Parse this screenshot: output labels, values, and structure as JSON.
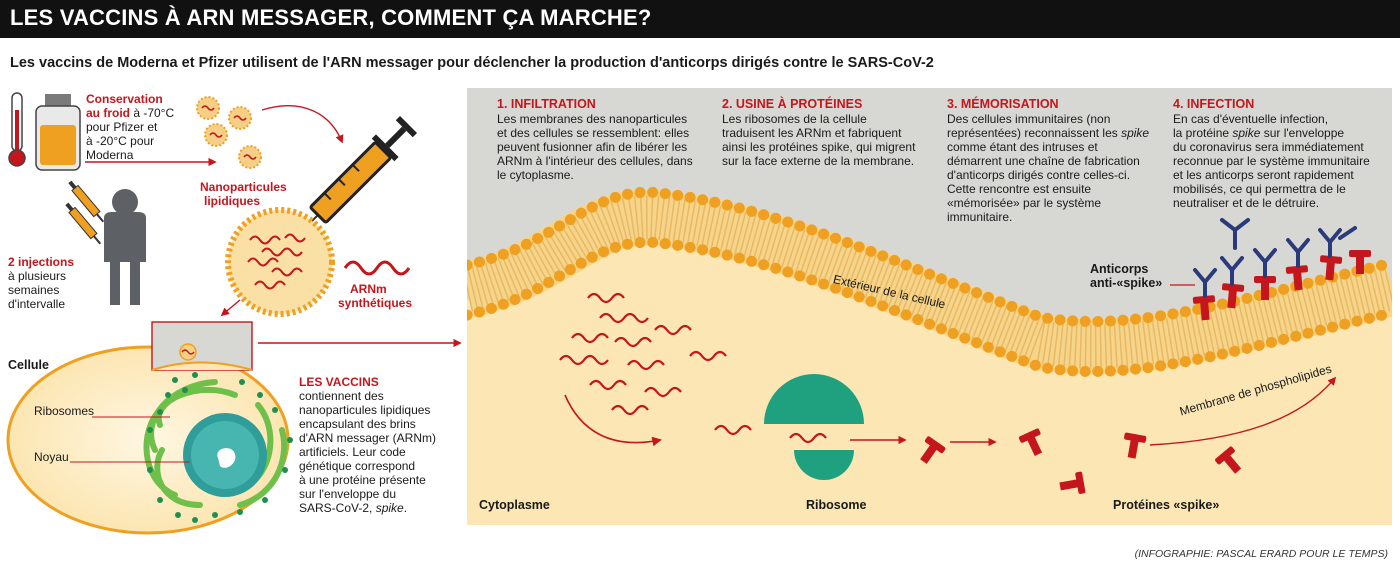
{
  "header": {
    "title": "LES VACCINS À ARN MESSAGER, COMMENT ÇA MARCHE?",
    "subtitle": "Les vaccins de Moderna et Pfizer utilisent de l'ARN messager pour déclencher la production d'anticorps dirigés contre le SARS-CoV-2"
  },
  "left": {
    "storage_title_1": "Conservation",
    "storage_title_2": "au froid",
    "storage_text_1": " à -70°C",
    "storage_text_2": "pour Pfizer et",
    "storage_text_3": "à -20°C pour",
    "storage_text_4": "Moderna",
    "nanoparticles_1": "Nanoparticules",
    "nanoparticles_2": "lipidiques",
    "injections_title": "2 injections",
    "injections_text_1": "à plusieurs",
    "injections_text_2": "semaines",
    "injections_text_3": "d'intervalle",
    "arnm_1": "ARNm",
    "arnm_2": "synthétiques",
    "cell_label": "Cellule",
    "ribosomes_label": "Ribosomes",
    "noyau_label": "Noyau",
    "vaccins_title": "LES VACCINS",
    "vaccins_lines": [
      "contiennent des",
      "nanoparticules lipidiques",
      "encapsulant des brins",
      "d'ARN messager (ARNm)",
      "artificiels. Leur code",
      "génétique correspond",
      "à une protéine présente",
      "sur l'enveloppe du"
    ],
    "vaccins_last_prefix": "SARS-CoV-2, ",
    "vaccins_last_italic": "spike",
    "vaccins_last_suffix": "."
  },
  "steps": {
    "s1_title": "1. INFILTRATION",
    "s1_lines": [
      "Les membranes des nanoparticules",
      "et des cellules se ressemblent: elles",
      "peuvent fusionner afin de libérer les",
      "ARNm à l'intérieur des cellules, dans",
      "le cytoplasme."
    ],
    "s2_title": "2. USINE À PROTÉINES",
    "s2_lines": [
      "Les ribosomes de la cellule",
      "traduisent les ARNm et fabriquent",
      "ainsi les protéines spike, qui migrent",
      "sur la face externe de la membrane."
    ],
    "s3_title": "3. MÉMORISATION",
    "s3_line1": "Des cellules immunitaires (non",
    "s3_line2_prefix": "représentées) reconnaissent les ",
    "s3_line2_italic": "spike",
    "s3_lines_rest": [
      "comme étant des intruses et",
      "démarrent une chaîne de fabrication",
      "d'anticorps dirigés contre celles-ci.",
      "Cette rencontre est ensuite",
      "«mémorisée» par le système",
      "immunitaire."
    ],
    "s4_title": "4. INFECTION",
    "s4_line1": "En cas d'éventuelle infection,",
    "s4_line2_prefix": "la protéine ",
    "s4_line2_italic": "spike",
    "s4_line2_suffix": " sur l'enveloppe",
    "s4_lines_rest": [
      "du coronavirus sera immédiatement",
      "reconnue par le système immunitaire",
      "et les anticorps seront rapidement",
      "mobilisés, ce qui permettra de le",
      "neutraliser et de le détruire."
    ]
  },
  "diagram": {
    "exterieur": "Extérieur de la cellule",
    "membrane": "Membrane de phospholipides",
    "anticorps_1": "Anticorps",
    "anticorps_2": "anti-«spike»",
    "cytoplasme": "Cytoplasme",
    "ribosome": "Ribosome",
    "proteines": "Protéines «spike»"
  },
  "credit": "(INFOGRAPHIE: PASCAL ERARD POUR LE TEMPS)",
  "colors": {
    "red": "#c4161c",
    "orange": "#f0a020",
    "panel_grey": "#d7d8d3",
    "cytoplasm": "#fbe6b4",
    "green": "#2e9a4a",
    "teal": "#1fa17f",
    "navy": "#2b3a7a"
  }
}
